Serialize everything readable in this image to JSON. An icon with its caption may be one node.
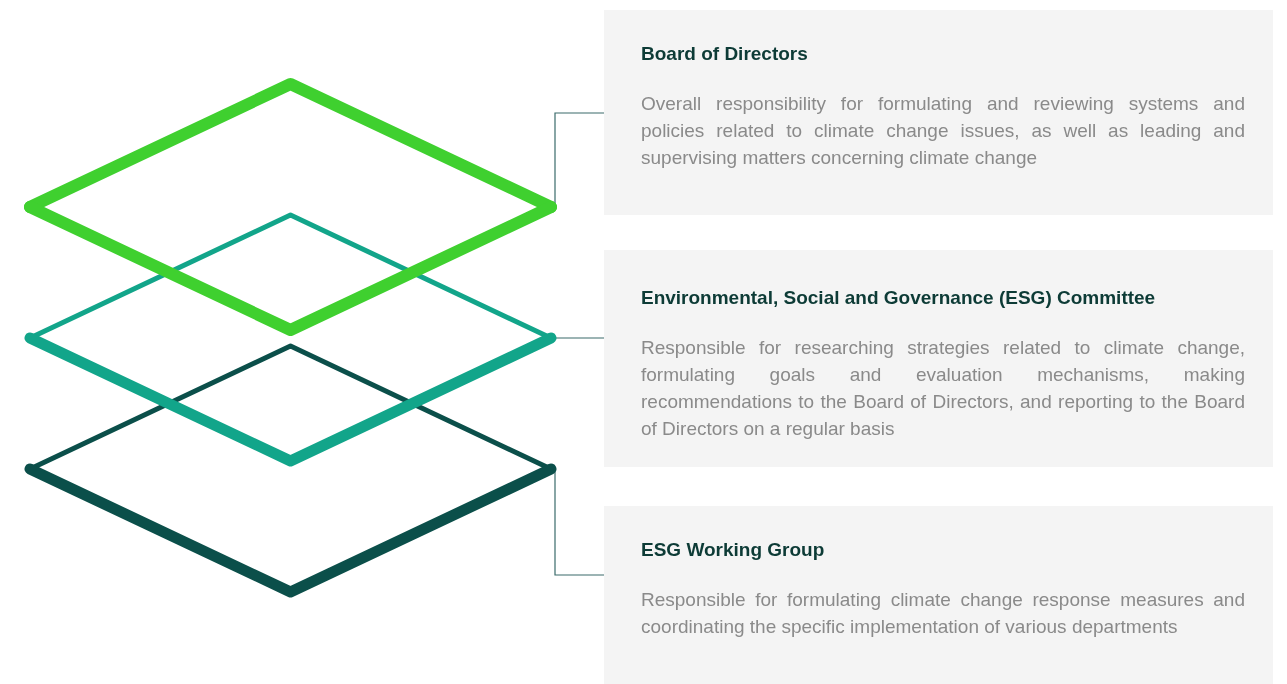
{
  "diagram": {
    "nodes": [
      {
        "text": [],
        "shape": "diamond"
      },
      {
        "text": [],
        "shape": "diamond"
      },
      {
        "text": [],
        "shape": "diamond"
      },
      {
        "text": [
          "Board of Directors",
          "Overall responsibility for formulating and reviewing systems and policies related to climate change issues, as well as leading and supervising matters concerning climate change"
        ]
      },
      {
        "text": [
          "Environmental, Social and Governance (ESG) Committee",
          "Responsible for researching strategies related to climate change, formulating goals and evaluation mechanisms, making recommendations to the Board of Directors, and reporting to the Board of Directors on a regular basis"
        ]
      },
      {
        "text": [
          "ESG Working Group",
          "Responsible for formulating climate change response measures and coordinating the specific implementation of various departments"
        ]
      }
    ],
    "edges": [
      {
        "from": 0,
        "to": 3,
        "arrow": "none"
      },
      {
        "from": 1,
        "to": 4,
        "arrow": "none"
      },
      {
        "from": 2,
        "to": 5,
        "arrow": "none"
      }
    ]
  }
}
